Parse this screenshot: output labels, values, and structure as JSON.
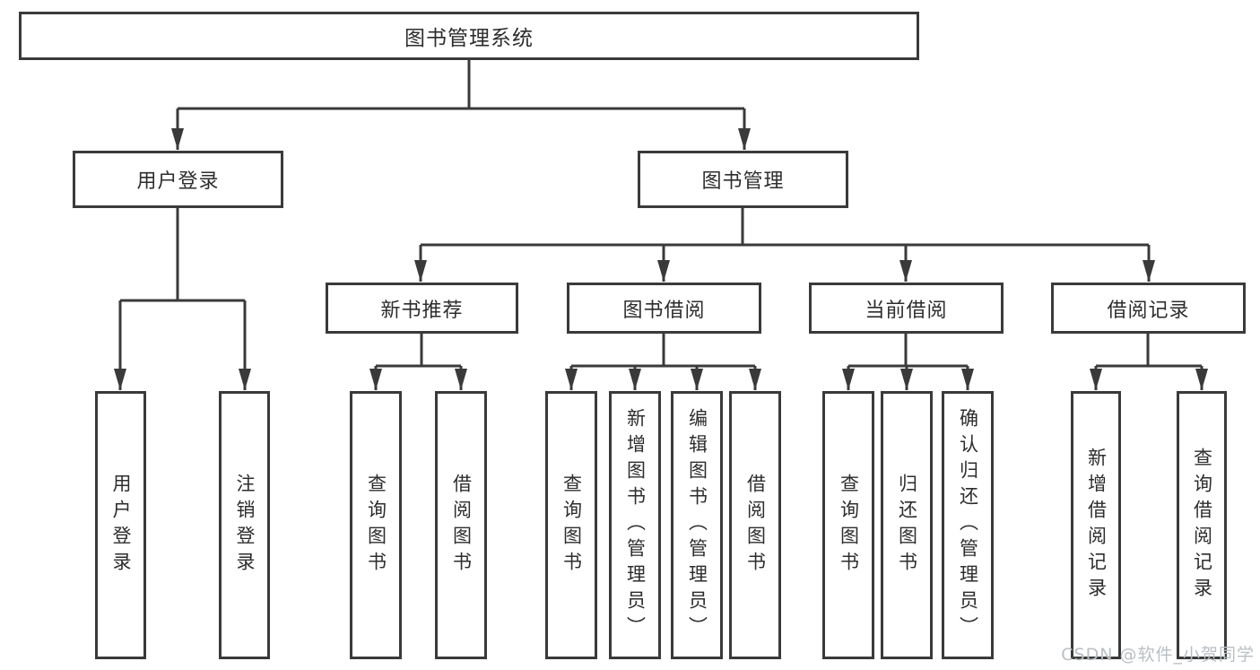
{
  "colors": {
    "line": "#3a3a3a",
    "text": "#2d2d2d",
    "background": "#ffffff",
    "watermark": "#b9bfc4"
  },
  "watermark": "CSDN @软件_小贺同学",
  "tree": {
    "root": {
      "label": "图书管理系统"
    },
    "branches": [
      {
        "label": "用户登录",
        "children": [
          {
            "label": "用户登录"
          },
          {
            "label": "注销登录"
          }
        ]
      },
      {
        "label": "图书管理",
        "children": [
          {
            "label": "新书推荐",
            "children": [
              {
                "label": "查询图书"
              },
              {
                "label": "借阅图书"
              }
            ]
          },
          {
            "label": "图书借阅",
            "children": [
              {
                "label": "查询图书"
              },
              {
                "label": "新增图书（管理员）"
              },
              {
                "label": "编辑图书（管理员）"
              },
              {
                "label": "借阅图书"
              }
            ]
          },
          {
            "label": "当前借阅",
            "children": [
              {
                "label": "查询图书"
              },
              {
                "label": "归还图书"
              },
              {
                "label": "确认归还（管理员）"
              }
            ]
          },
          {
            "label": "借阅记录",
            "children": [
              {
                "label": "新增借阅记录"
              },
              {
                "label": "查询借阅记录"
              }
            ]
          }
        ]
      }
    ]
  }
}
